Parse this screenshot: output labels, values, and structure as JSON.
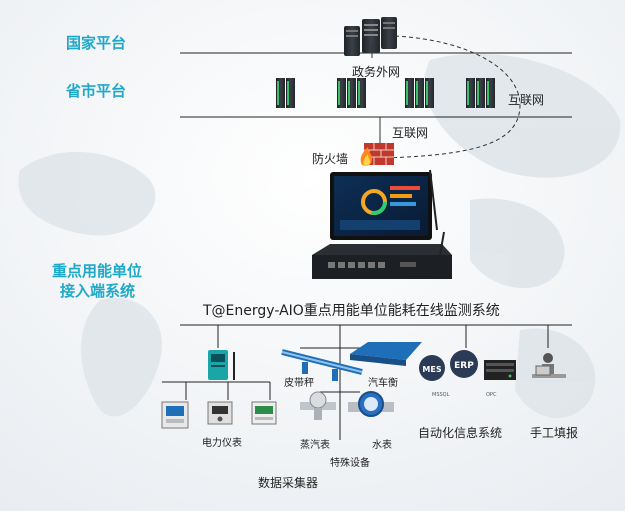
{
  "tiers": {
    "national": "国家平台",
    "provincial": "省市平台",
    "unit_line1": "重点用能单位",
    "unit_line2": "接入端系统"
  },
  "networks": {
    "gov_extranet": "政务外网",
    "internet_right": "互联网",
    "internet_center": "互联网"
  },
  "firewall": "防火墙",
  "system_title": "T@Energy-AIO重点用能单位能耗在线监测系统",
  "devices": {
    "belt_scale": "皮带秤",
    "truck_scale": "汽车衡",
    "power_meter": "电力仪表",
    "steam_meter": "蒸汽表",
    "water_meter": "水表",
    "special_equipment": "特殊设备",
    "data_collector": "数据采集器",
    "automation_system": "自动化信息系统",
    "manual_report": "手工填报",
    "mes": "MES",
    "erp": "ERP",
    "opc": "OPC",
    "mssql": "MSSQL"
  },
  "colors": {
    "tier_text": "#1fa9c8",
    "line": "#222222",
    "server_dark": "#2d3238",
    "server_green": "#3fbf6a",
    "firewall_red": "#c0392b",
    "meter_teal": "#1aa6a6",
    "meter_blue": "#1f6fb8"
  }
}
